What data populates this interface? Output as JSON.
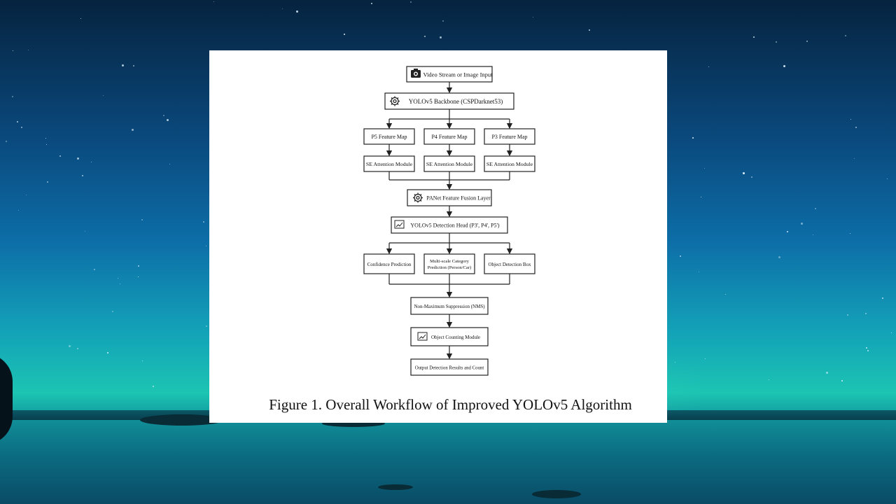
{
  "figure": {
    "caption": "Figure 1.  Overall Workflow of Improved YOLOv5 Algorithm"
  },
  "diagram": {
    "nodes": {
      "input": "Video Stream or Image Input",
      "backbone": "YOLOv5 Backbone (CSPDarknet53)",
      "p5": "P5 Feature Map",
      "p4": "P4 Feature Map",
      "p3": "P3 Feature Map",
      "se1": "SE Attention Module",
      "se2": "SE Attention Module",
      "se3": "SE Attention Module",
      "panet": "PANet Feature Fusion Layer",
      "head": "YOLOv5 Detection Head (P3',  P4',  P5')",
      "confidence": "Confidence Prediction",
      "multiscale_line1": "Multi-scale Category",
      "multiscale_line2": "Prediction (Person/Car)",
      "objbox": "Object Detection Box",
      "nms": "Non-Maximum Suppression (NMS)",
      "counting": "Object Counting Module",
      "output": "Output Detection Results and Count"
    },
    "icons": {
      "input": "camera-icon",
      "backbone": "gear-icon",
      "panet": "gear-icon",
      "head": "chart-icon",
      "counting": "chart-icon"
    }
  },
  "colors": {
    "box_stroke": "#222222",
    "text": "#111111"
  }
}
